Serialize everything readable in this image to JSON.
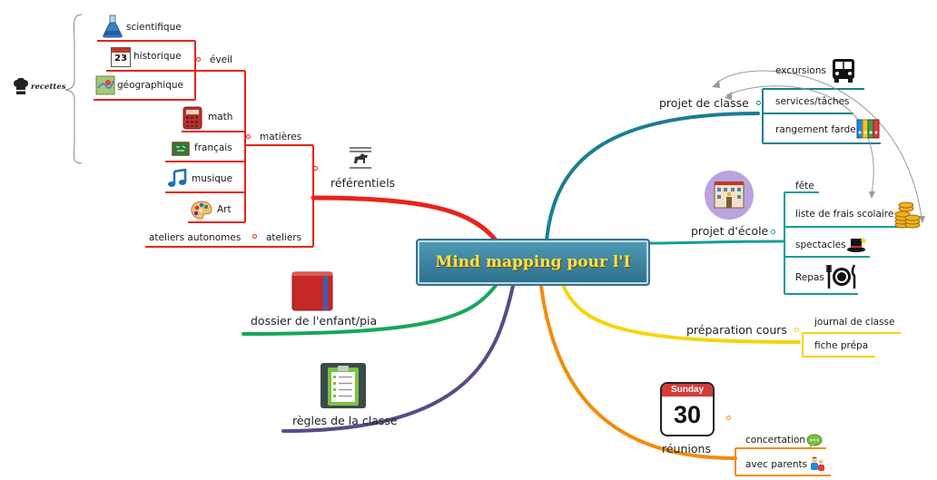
{
  "central": {
    "title": "Mind mapping pour l'I"
  },
  "left": {
    "recettes": "recettes",
    "referentiels": "référentiels",
    "eveil": "éveil",
    "scientifique": "scientifique",
    "historique": "historique",
    "calendar_day": "23",
    "geographique": "géographique",
    "matieres": "matières",
    "math": "math",
    "francais": "français",
    "musique": "musique",
    "art": "Art",
    "ateliers": "ateliers",
    "ateliers_autonomes": "ateliers autonomes",
    "dossier": "dossier de l'enfant/pia",
    "regles": "règles de la classe"
  },
  "right": {
    "projet_classe": "projet de classe",
    "excursions": "excursions",
    "services": "services/tâches",
    "rangement": "rangement farde",
    "projet_ecole": "projet d'école",
    "fete": "fête",
    "liste_frais": "liste de frais scolaire",
    "spectacles": "spectacles",
    "repas": "Repas",
    "preparation": "préparation cours",
    "journal": "journal de classe",
    "fiche": "fiche prépa",
    "reunions": "réunions",
    "calendar_weekday": "Sunday",
    "calendar_date": "30",
    "concertation": "concertation",
    "avec_parents": "avec parents"
  },
  "colors": {
    "red": "#e8231b",
    "teal": "#1a7e92",
    "green": "#15a85a",
    "purple": "#5c4a86",
    "yellow": "#f5d40c",
    "orange": "#f28c0c",
    "central_bg": "#3d86a6",
    "central_text": "#ffe14a"
  }
}
